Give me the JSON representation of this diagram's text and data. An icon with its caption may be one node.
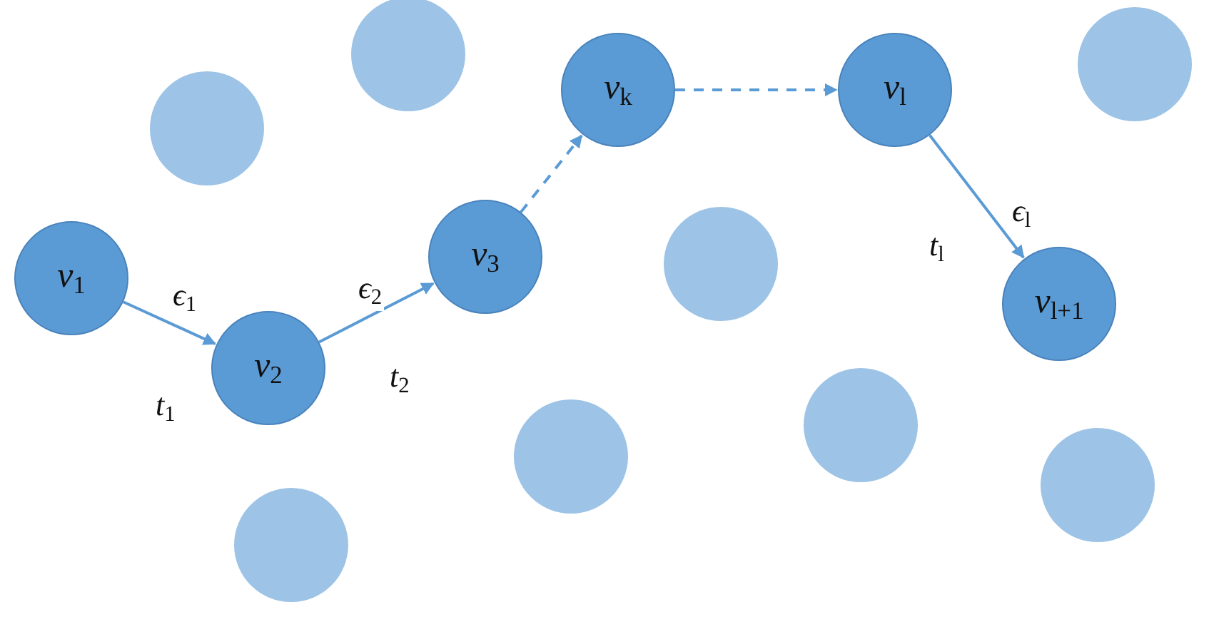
{
  "diagram": {
    "nodes": [
      {
        "text": [
          "*v*$_{1}$"
        ]
      },
      {
        "text": [
          "*v*$_{2}$"
        ]
      },
      {
        "text": [
          "*v*$_{3}$"
        ]
      },
      {
        "text": [
          "*v*$_{k}$"
        ]
      },
      {
        "text": [
          "*v*$_{l}$"
        ]
      },
      {
        "text": [
          "*v*$_{l+1}$"
        ]
      },
      {
        "text": [],
        "shape": "circle"
      },
      {
        "text": [],
        "shape": "circle"
      },
      {
        "text": [],
        "shape": "circle"
      },
      {
        "text": [],
        "shape": "circle"
      },
      {
        "text": [],
        "shape": "circle"
      },
      {
        "text": [],
        "shape": "circle"
      },
      {
        "text": [],
        "shape": "circle"
      },
      {
        "text": [],
        "shape": "circle"
      }
    ],
    "edges": [
      {
        "from": 0,
        "to": 1,
        "arrow": "to",
        "label": "*ϵ*$_{1}$"
      },
      {
        "from": 1,
        "to": 2,
        "arrow": "to",
        "label": "*ϵ*$_{2}$"
      },
      {
        "from": 2,
        "to": 3,
        "arrow": "to",
        "style": "dashed"
      },
      {
        "from": 3,
        "to": 4,
        "arrow": "to",
        "style": "dashed"
      },
      {
        "from": 4,
        "to": 5,
        "arrow": "to",
        "label": "*ϵ*$_{l}$"
      }
    ],
    "labels": [
      "*t*$_{1}$",
      "*t*$_{2}$",
      "*t*$_{l}$"
    ]
  }
}
